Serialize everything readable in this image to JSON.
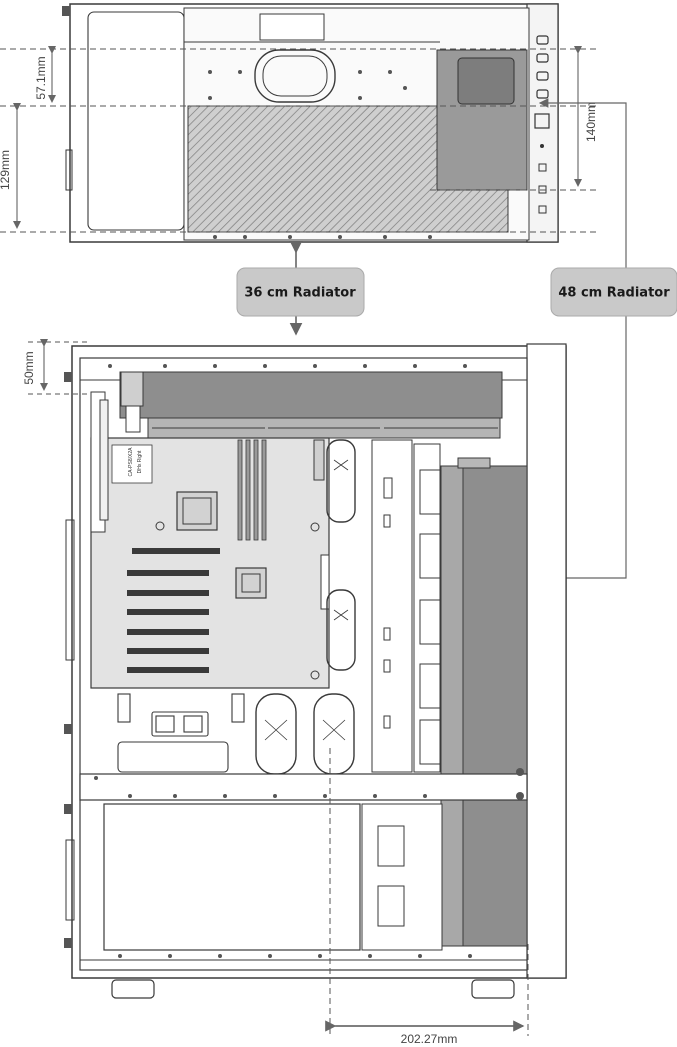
{
  "callouts": {
    "radiator_36": "36 cm Radiator",
    "radiator_48": "48 cm Radiator"
  },
  "dimensions": {
    "top_clearance": "57.1mm",
    "top_radiator_height": "129mm",
    "side_fan_height": "140mm",
    "top_mount_offset": "50mm",
    "bottom_depth": "202.27mm"
  },
  "motherboard_labels": {
    "label_1": "CA-PS8/X2A",
    "label_2": "DHx Right"
  },
  "colors": {
    "line": "#3a3a3a",
    "radiator_fill": "#8e8e8e",
    "board_fill": "#e3e3e3",
    "callout_fill": "#c9c9c9",
    "dim_line": "#555555"
  }
}
